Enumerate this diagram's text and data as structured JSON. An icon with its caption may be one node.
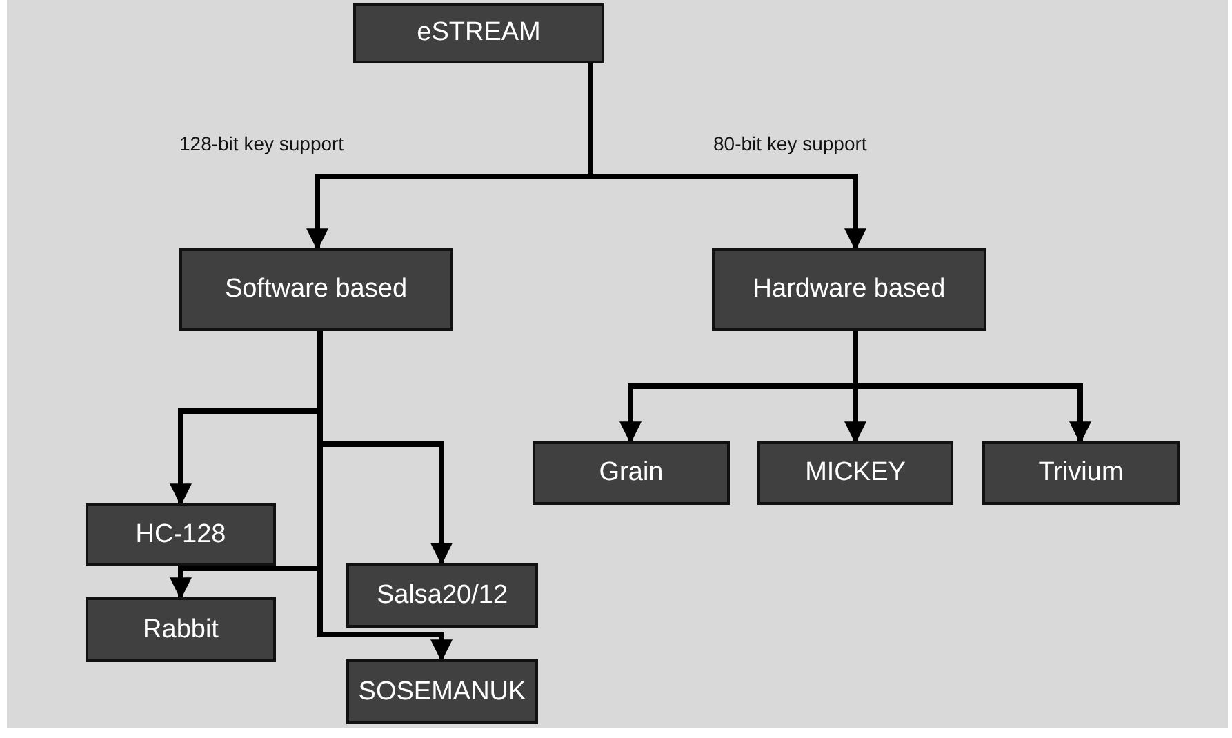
{
  "diagram": {
    "nodes": [
      {
        "text": [
          "eSTREAM"
        ]
      },
      {
        "text": [
          "Software based"
        ]
      },
      {
        "text": [
          "Hardware based"
        ]
      },
      {
        "text": [
          "Grain"
        ]
      },
      {
        "text": [
          "MICKEY"
        ]
      },
      {
        "text": [
          "Trivium"
        ]
      },
      {
        "text": [
          "HC-128"
        ]
      },
      {
        "text": [
          "Salsa20/12"
        ]
      },
      {
        "text": [
          "Rabbit"
        ]
      },
      {
        "text": [
          "SOSEMANUK"
        ]
      }
    ],
    "edges": [
      {
        "from": 0,
        "to": 1,
        "arrow": "to",
        "label": "128-bit key support"
      },
      {
        "from": 0,
        "to": 2,
        "arrow": "to",
        "label": "80-bit key support"
      },
      {
        "from": 2,
        "to": 3,
        "arrow": "to"
      },
      {
        "from": 2,
        "to": 4,
        "arrow": "to"
      },
      {
        "from": 2,
        "to": 5,
        "arrow": "to"
      },
      {
        "from": 1,
        "to": 6,
        "arrow": "to"
      },
      {
        "from": 1,
        "to": 7,
        "arrow": "to"
      },
      {
        "from": 1,
        "to": 8,
        "arrow": "to"
      },
      {
        "from": 1,
        "to": 9,
        "arrow": "to"
      }
    ]
  }
}
